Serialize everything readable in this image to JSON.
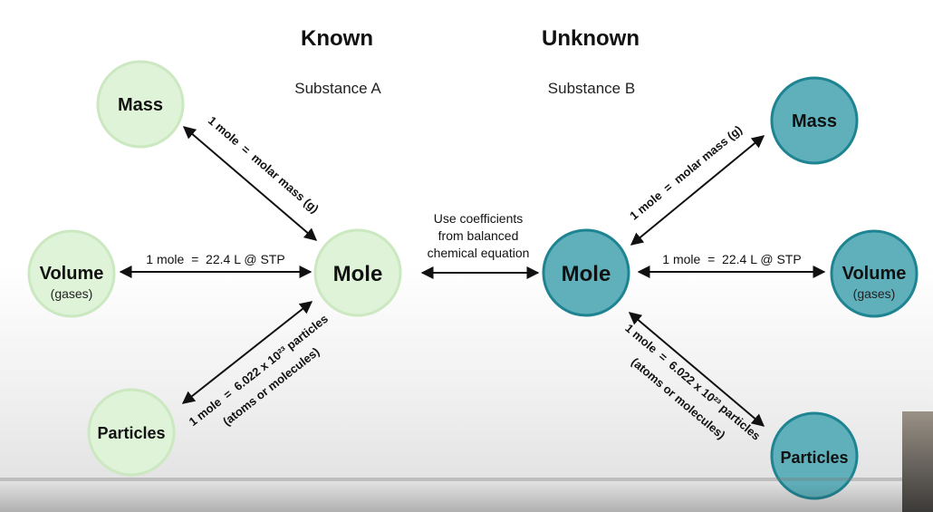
{
  "headings": {
    "known": "Known",
    "unknown": "Unknown"
  },
  "substances": {
    "a": "Substance A",
    "b": "Substance B"
  },
  "center_note": [
    "Use coefficients",
    "from balanced",
    "chemical equation"
  ],
  "known": {
    "mass": "Mass",
    "volume": "Volume",
    "volume_sub": "(gases)",
    "mole": "Mole",
    "particles": "Particles",
    "rel_mass": "1 mole  =  molar mass (g)",
    "rel_volume": "1 mole  =  22.4 L @ STP",
    "rel_particles_1": "1 mole  =  6.022 x 10²³ particles",
    "rel_particles_2": "(atoms or molecules)"
  },
  "unknown": {
    "mass": "Mass",
    "volume": "Volume",
    "volume_sub": "(gases)",
    "mole": "Mole",
    "particles": "Particles",
    "rel_mass": "1 mole  =  molar mass (g)",
    "rel_volume": "1 mole  =  22.4 L @ STP",
    "rel_particles_1": "1 mole  =  6.022 x 10²³ particles",
    "rel_particles_2": "(atoms or molecules)"
  },
  "colors": {
    "known_fill": "#dff3d8",
    "known_stroke": "#cbe8c1",
    "unknown_fill": "#5fb0bb",
    "unknown_stroke": "#1e8492"
  }
}
